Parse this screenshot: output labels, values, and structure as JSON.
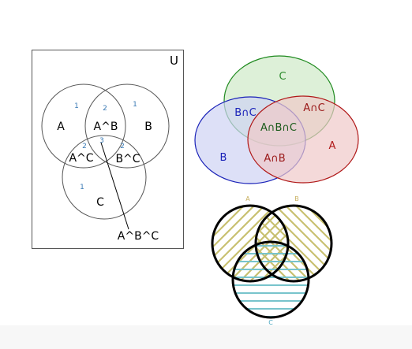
{
  "diagram1": {
    "universe_label": "U",
    "set_labels": [
      "A",
      "B",
      "C"
    ],
    "region_labels": [
      "A^B",
      "A^C",
      "B^C"
    ],
    "triple_label": "A^B^C",
    "region_counts": [
      "1",
      "2",
      "1",
      "2",
      "3",
      "2",
      "1"
    ],
    "colors": {
      "frame": "#555555",
      "count": "#3a7ab5",
      "text": "#000000"
    }
  },
  "diagram2": {
    "labels": {
      "c": "C",
      "b": "B",
      "a": "A",
      "bc": "B∩C",
      "ac": "A∩C",
      "abc": "A∩B∩C",
      "ab": "A∩B"
    },
    "colors": {
      "c_fill": "#cfe9c8",
      "c_stroke": "#1f8a1f",
      "b_fill": "#cfd3f3",
      "b_stroke": "#1a22b8",
      "a_fill": "#f0c9c9",
      "a_stroke": "#b01818",
      "label_c": "#2a8a2a",
      "label_b": "#1a22b8",
      "label_a": "#b01818",
      "label_bc": "#1a22b8",
      "label_ac": "#9a1818",
      "label_abc": "#1a5a1a",
      "label_ab": "#9a1818"
    }
  },
  "diagram3": {
    "labels": {
      "a": "A",
      "b": "B",
      "c": "C"
    },
    "colors": {
      "hatch_ab": "#c8c070",
      "hatch_c": "#78c4cc",
      "label_ab": "#c8b060",
      "label_c": "#4aa6c0",
      "outline": "#000000"
    }
  }
}
